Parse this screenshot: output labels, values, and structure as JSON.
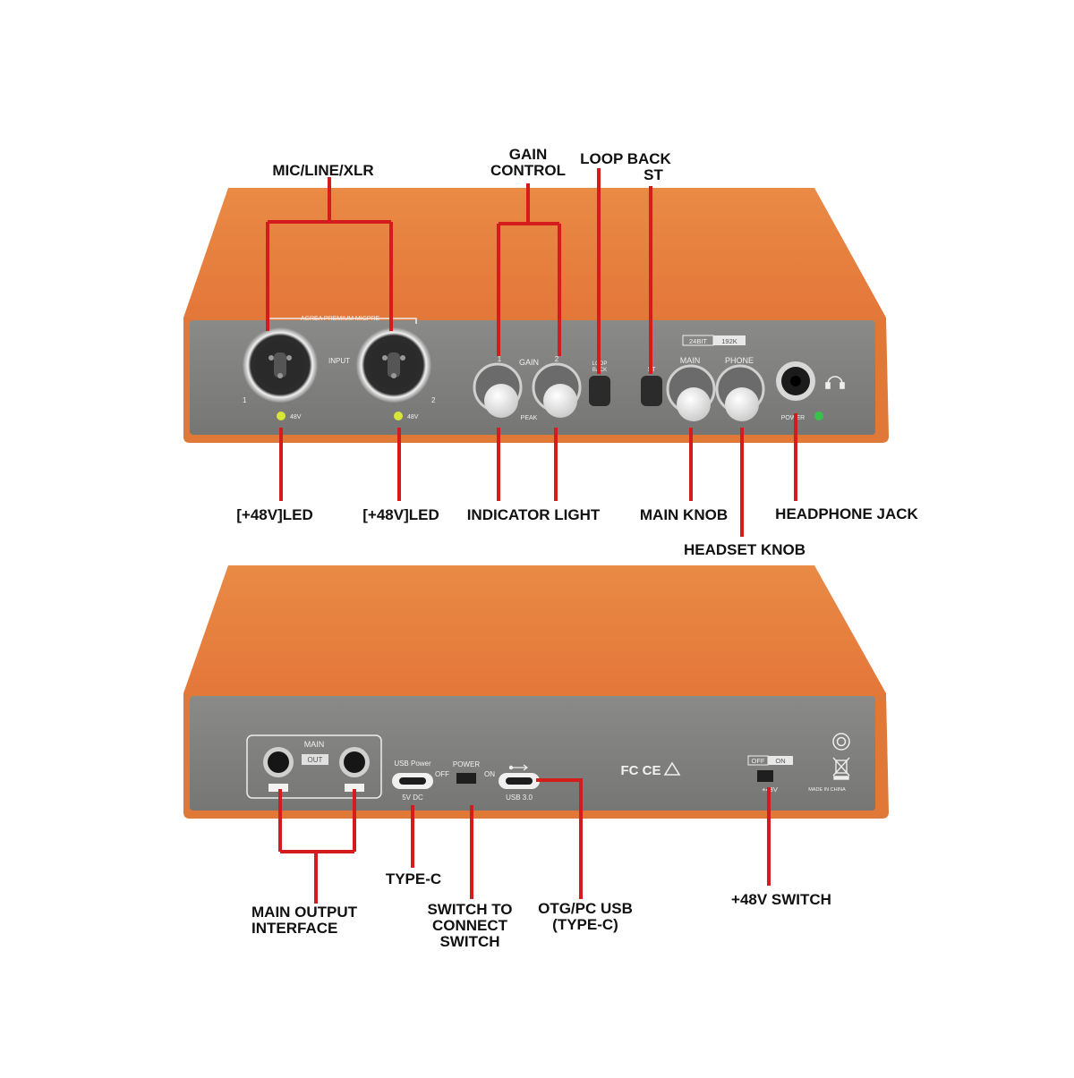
{
  "colors": {
    "case_orange": "#e8823c",
    "case_orange_dark": "#c8642a",
    "panel_gray": "#7f7f7d",
    "leader_red": "#d41c1c",
    "led_yellow": "#d8e63a",
    "led_green": "#37c24a"
  },
  "front": {
    "callouts": {
      "mic_line_xlr": "MIC/LINE/XLR",
      "gain_control_1": "GAIN",
      "gain_control_2": "CONTROL",
      "loop_back": "LOOP BACK",
      "st": "ST",
      "led_48v_1": "[+48V]LED",
      "led_48v_2": "[+48V]LED",
      "indicator_light": "INDICATOR LIGHT",
      "main_knob": "MAIN KNOB",
      "headphone_jack": "HEADPHONE JACK",
      "headset_knob": "HEADSET KNOB"
    },
    "panel_text": {
      "brand": "AGREA PREMIUM MICPRE",
      "input": "INPUT",
      "ch1": "1",
      "ch2": "2",
      "led_48v": "48V",
      "gain": "GAIN",
      "gain_1": "1",
      "gain_2": "2",
      "peak": "PEAK",
      "loop": "LOOP",
      "back": "BACK",
      "st": "ST",
      "bit": "24BIT",
      "rate": "192K",
      "main": "MAIN",
      "phone": "PHONE",
      "power": "POWER"
    },
    "icons": [
      "headphones-icon"
    ]
  },
  "back": {
    "callouts": {
      "type_c": "TYPE-C",
      "main_output_1": "MAIN OUTPUT",
      "main_output_2": "INTERFACE",
      "switch_1": "SWITCH TO",
      "switch_2": "CONNECT",
      "switch_3": "SWITCH",
      "otg_1": "OTG/PC USB",
      "otg_2": "(TYPE-C)",
      "switch_48v": "+48V SWITCH"
    },
    "panel_text": {
      "main": "MAIN",
      "out": "OUT",
      "usb_power": "USB Power",
      "dc": "5V DC",
      "power": "POWER",
      "off": "OFF",
      "on": "ON",
      "usb30": "USB 3.0",
      "cert": "FC CE",
      "sw_off": "OFF",
      "sw_on": "ON",
      "v48": "+48V",
      "made": "MADE IN CHINA"
    },
    "icons": [
      "usb-icon",
      "recycle-icon",
      "weee-bin-icon",
      "certification-mark-icon"
    ]
  }
}
